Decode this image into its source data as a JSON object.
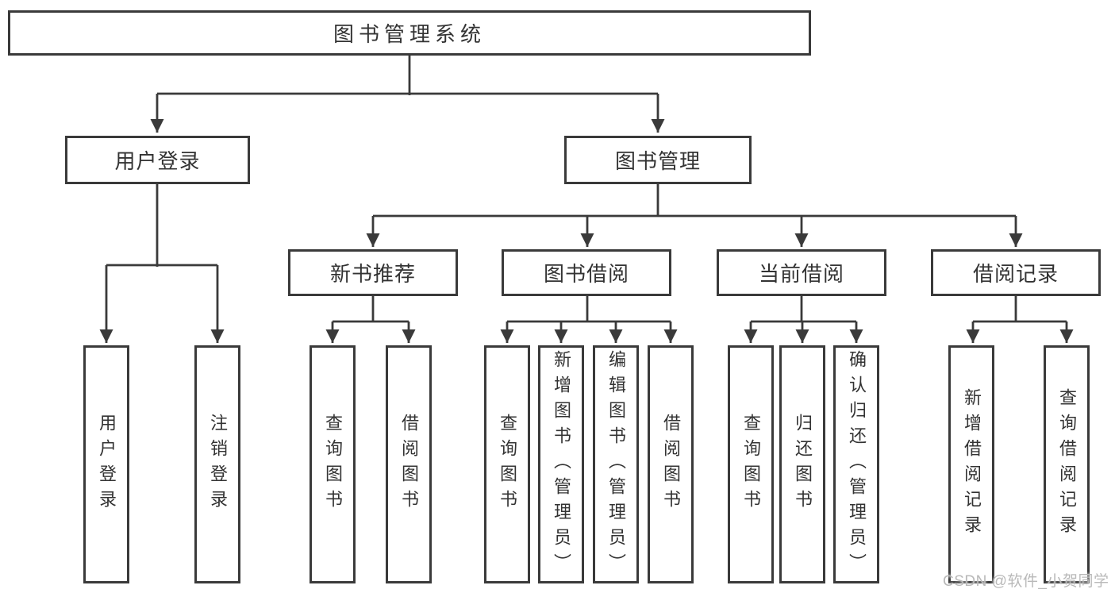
{
  "tree": {
    "label": "图书管理系统",
    "children": [
      {
        "label": "用户登录",
        "children": [
          {
            "label": "用户登录"
          },
          {
            "label": "注销登录"
          }
        ]
      },
      {
        "label": "图书管理",
        "children": [
          {
            "label": "新书推荐",
            "children": [
              {
                "label": "查询图书"
              },
              {
                "label": "借阅图书"
              }
            ]
          },
          {
            "label": "图书借阅",
            "children": [
              {
                "label": "查询图书"
              },
              {
                "label": "新增图书（管理员）"
              },
              {
                "label": "编辑图书（管理员）"
              },
              {
                "label": "借阅图书"
              }
            ]
          },
          {
            "label": "当前借阅",
            "children": [
              {
                "label": "查询图书"
              },
              {
                "label": "归还图书"
              },
              {
                "label": "确认归还（管理员）"
              }
            ]
          },
          {
            "label": "借阅记录",
            "children": [
              {
                "label": "新增借阅记录"
              },
              {
                "label": "查询借阅记录"
              }
            ]
          }
        ]
      }
    ]
  },
  "watermark": "CSDN @软件_小贺同学",
  "colors": {
    "line": "#3a3a3a",
    "text": "#333333",
    "box_background": "#ffffff",
    "watermark": "#b9b9b9"
  }
}
